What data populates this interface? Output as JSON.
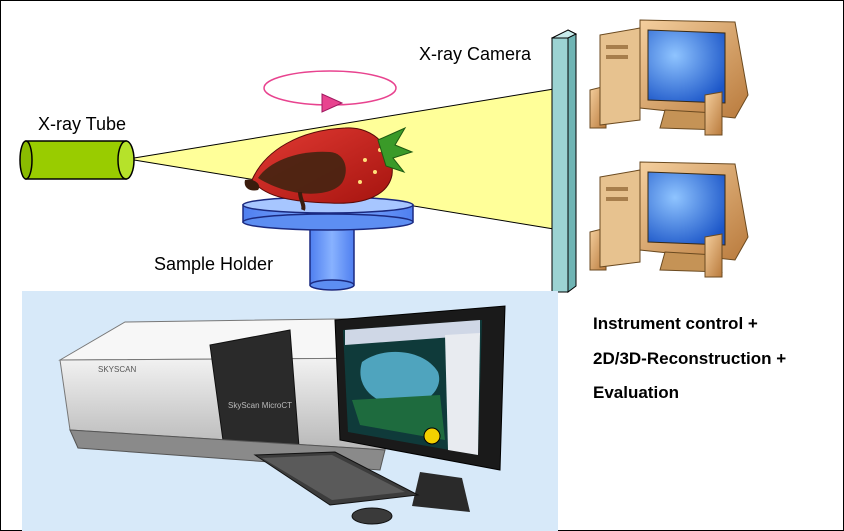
{
  "labels": {
    "tube": "X-ray Tube",
    "camera": "X-ray Camera",
    "holder": "Sample Holder"
  },
  "description": [
    "Instrument control +",
    "2D/3D-Reconstruction +",
    "Evaluation"
  ],
  "instrument_branding": {
    "side": "SKYSCAN",
    "front": "SkyScan MicroCT"
  },
  "colors": {
    "tube": "#99cc00",
    "beam": "#ffff99",
    "camera": "#9cd3d3",
    "holder": "#6b9bf5",
    "rotation": "#e8438f",
    "photo_bg": "#d7e9f9"
  },
  "icons": [
    "x-ray-tube-icon",
    "strawberry-icon",
    "rotation-arrow-icon",
    "computer-workstation-icon",
    "microct-scanner-icon",
    "radiation-icon"
  ]
}
